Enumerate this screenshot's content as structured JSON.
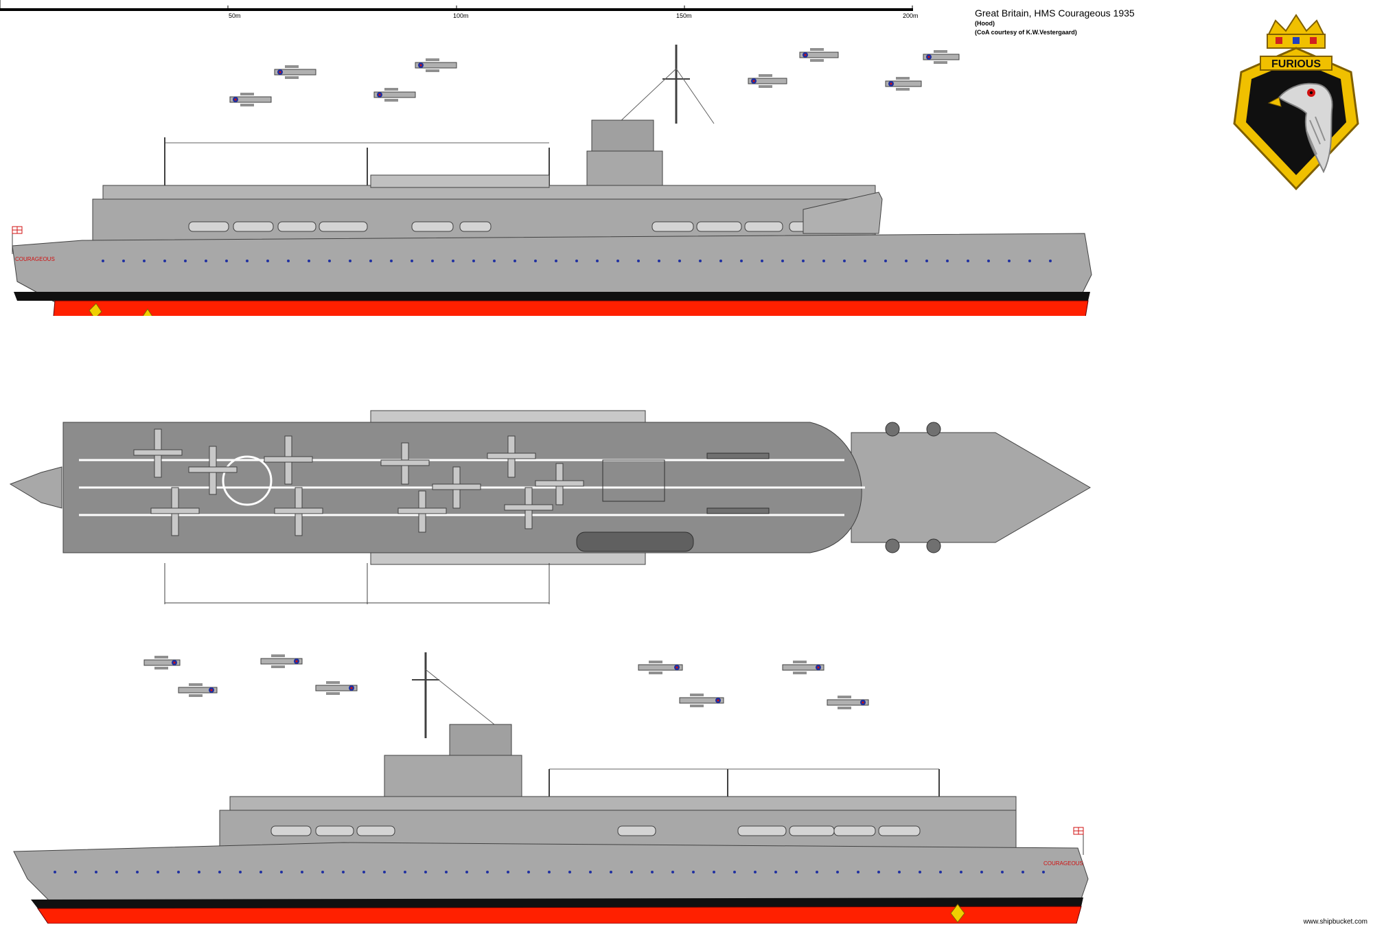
{
  "scale": {
    "ticks": [
      "50m",
      "100m",
      "150m",
      "200m"
    ]
  },
  "title": {
    "main": "Great Britain, HMS Courageous 1935",
    "credit_author": "(Hood)",
    "credit_coa": "(CoA courtesy of  K.W.Vestergaard)"
  },
  "crest": {
    "motto": "FURIOUS"
  },
  "hull_labels": {
    "starboard": "COURAGEOUS",
    "port": "COURAGEOUS"
  },
  "colors": {
    "hull_grey": "#a8a8a8",
    "deck_grey": "#8c8c8c",
    "antifouling_red": "#ff2000",
    "boot_black": "#101010",
    "crest_gold": "#f0c000",
    "crest_field": "#101010",
    "roundel_blue": "#2030a0",
    "roundel_red": "#d01010"
  },
  "icons": [
    "eagle-head-icon",
    "naval-crown-icon",
    "biplane-icon",
    "ensign-flag-icon",
    "propeller-icon"
  ],
  "watermark": "www.shipbucket.com"
}
